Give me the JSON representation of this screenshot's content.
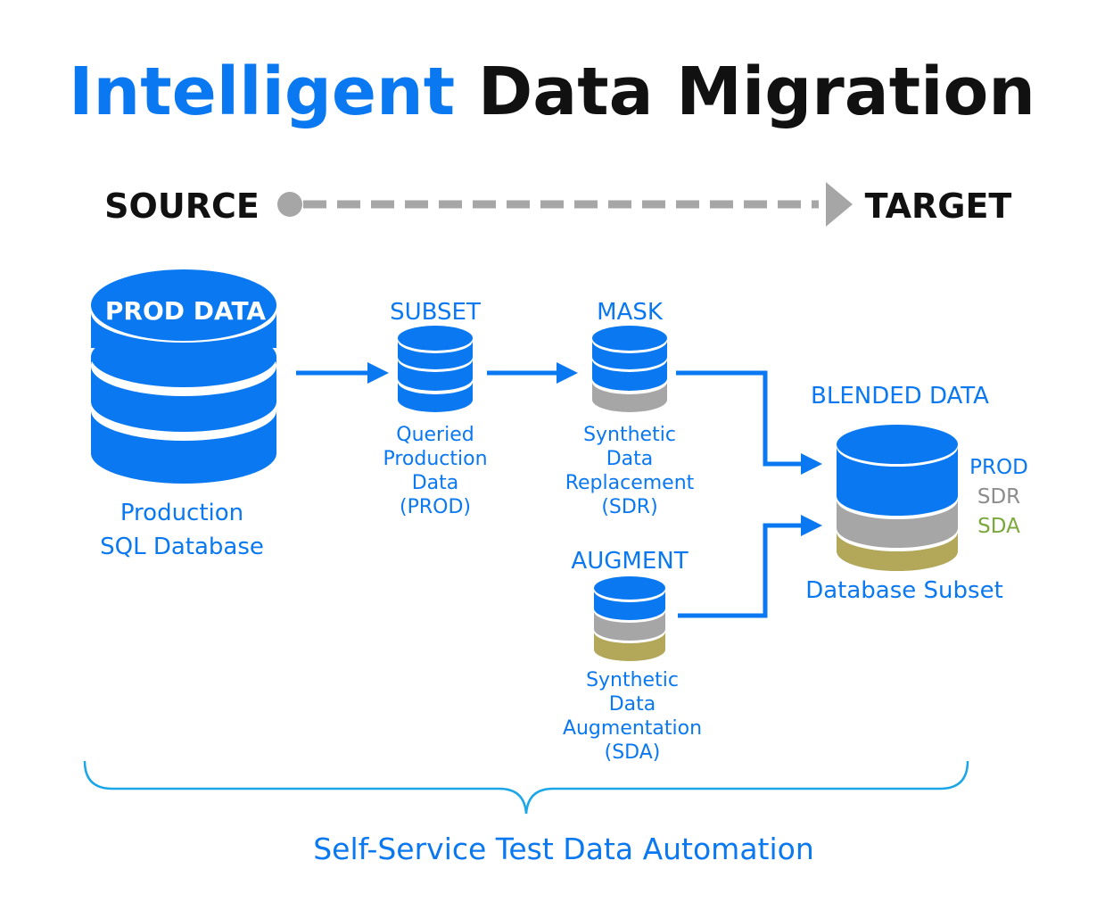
{
  "title": {
    "highlight": "Intelligent",
    "rest": " Data Migration"
  },
  "flow": {
    "source": "SOURCE",
    "target": "TARGET"
  },
  "nodes": {
    "prod": {
      "label": "PROD DATA",
      "caption": [
        "Production",
        "SQL Database"
      ]
    },
    "subset": {
      "title": "SUBSET",
      "caption": [
        "Queried",
        "Production",
        "Data",
        "(PROD)"
      ]
    },
    "mask": {
      "title": "MASK",
      "caption": [
        "Synthetic",
        "Data",
        "Replacement",
        "(SDR)"
      ]
    },
    "augment": {
      "title": "AUGMENT",
      "caption": [
        "Synthetic",
        "Data",
        "Augmentation",
        "(SDA)"
      ]
    },
    "blended": {
      "title": "BLENDED DATA",
      "caption": "Database Subset",
      "legend": [
        "PROD",
        "SDR",
        "SDA"
      ]
    }
  },
  "footer": "Self-Service Test Data Automation",
  "colors": {
    "blue": "#0a78f0",
    "gray": "#a6a6a6",
    "olive": "#b3a85a",
    "legend_sda": "#7aa83b",
    "legend_sdr": "#8c8c8c",
    "dark": "#111111",
    "bracket": "#1aa6e8"
  }
}
